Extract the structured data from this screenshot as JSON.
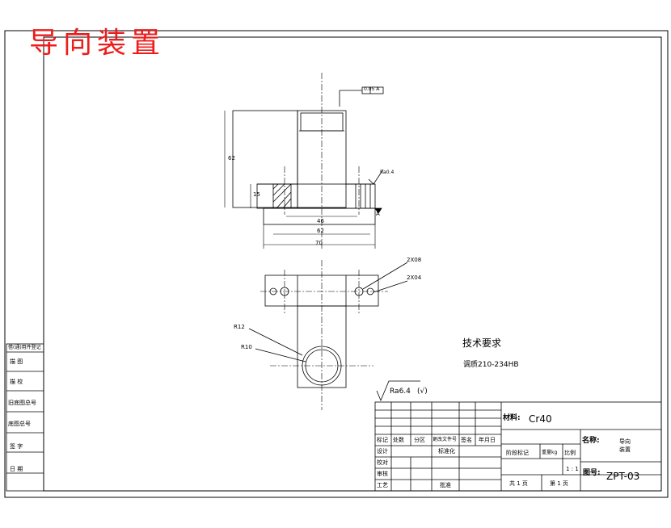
{
  "title": "导向装置",
  "dimensions": {
    "height_62": "62",
    "height_15": "15",
    "width_46": "46",
    "width_62": "62",
    "width_70": "70",
    "holes_2x8": "2X08",
    "holes_2x4": "2X04",
    "radius_12": "R12",
    "radius_10": "R10"
  },
  "datum_label": "A",
  "tolerance_frame": "0.05 A",
  "surface_note": "Ra0.4",
  "tech_req": {
    "heading": "技术要求",
    "hardness": "调质210-234HB"
  },
  "roughness": {
    "label": "Ra6.4",
    "paren": "(√)"
  },
  "side_table": [
    "借(通)用件登记",
    "描  图",
    "描  校",
    "旧底图总号",
    "底图总号",
    "签  字",
    "日  期"
  ],
  "title_block": {
    "material_label": "材料:",
    "material_value": "Cr40",
    "name_label": "名称:",
    "name_value_1": "导向",
    "name_value_2": "装置",
    "drawing_no_label": "图号:",
    "drawing_no_value": "ZPT-03",
    "header_cols": [
      "标记",
      "处数",
      "分区",
      "更改文件号",
      "签名",
      "年月日"
    ],
    "design": "设计",
    "standard": "标准化",
    "proof": "校对",
    "review": "审核",
    "process": "工艺",
    "approve": "批准",
    "stage_mark": "阶段标记",
    "weight": "重量kg",
    "scale": "比例",
    "scale_value": "1 : 1",
    "sheets_total": "共 1 页",
    "sheet_no": "第 1 页"
  }
}
